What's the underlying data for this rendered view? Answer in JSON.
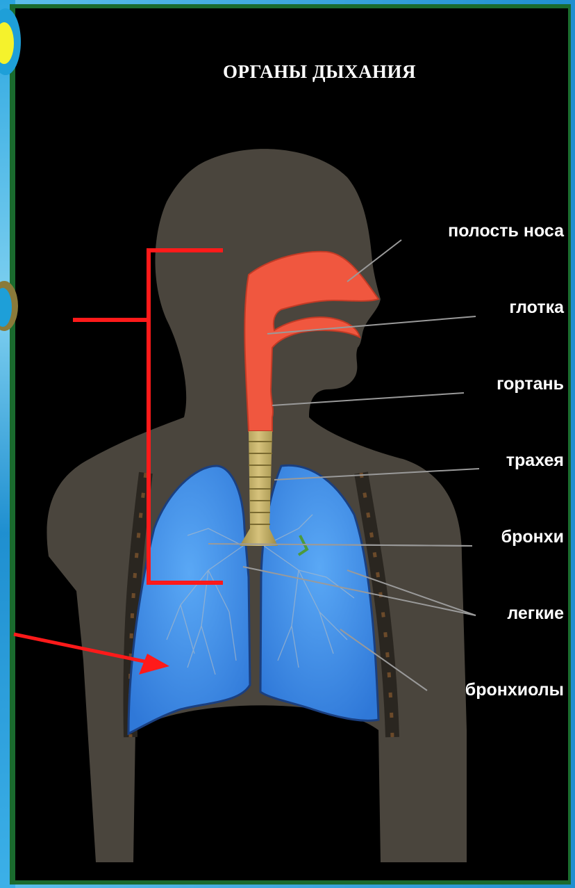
{
  "title": "ОРГАНЫ ДЫХАНИЯ",
  "labels": {
    "nasal_cavity": "полость носа",
    "pharynx": "глотка",
    "larynx": "гортань",
    "trachea": "трахея",
    "bronchi": "бронхи",
    "lungs": "легкие",
    "bronchioles": "бронхиолы"
  },
  "colors": {
    "background": "#000000",
    "frame": "#1a6b2e",
    "side_panel": "#1e9fd8",
    "silhouette": "#4a453d",
    "upper_airways": "#f0573f",
    "trachea": "#c4b069",
    "lungs": "#3f8ee6",
    "annotation_red": "#ff1a1a"
  }
}
